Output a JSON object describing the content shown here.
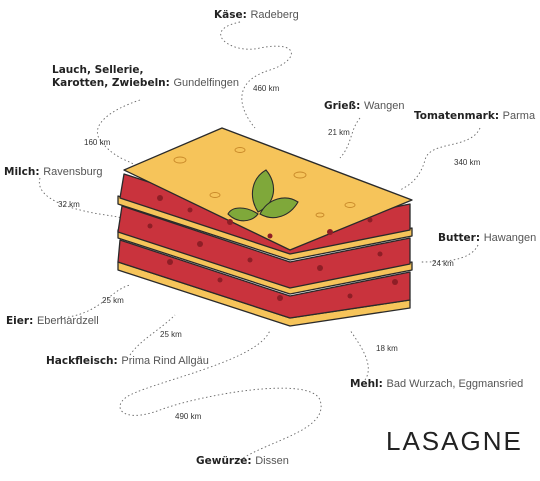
{
  "title": "LASAGNE",
  "ingredients": [
    {
      "name": "Käse",
      "place": "Radeberg",
      "km": "460 km"
    },
    {
      "name": "Lauch, Sellerie,",
      "name2": "Karotten, Zwiebeln",
      "place": "Gundelfingen",
      "km": "160 km"
    },
    {
      "name": "Grieß",
      "place": "Wangen",
      "km": "21 km"
    },
    {
      "name": "Tomatenmark",
      "place": "Parma",
      "km": "340 km"
    },
    {
      "name": "Milch",
      "place": "Ravensburg",
      "km": "32 km"
    },
    {
      "name": "Butter",
      "place": "Hawangen",
      "km": "24 km"
    },
    {
      "name": "Eier",
      "place": "Eberhardzell",
      "km": "25 km"
    },
    {
      "name": "Hackfleisch",
      "place": "Prima Rind Allgäu",
      "km": "25 km"
    },
    {
      "name": "Mehl",
      "place": "Bad Wurzach, Eggmansried",
      "km": "18 km"
    },
    {
      "name": "Gewürze",
      "place": "Dissen",
      "km": "490 km"
    }
  ],
  "colors": {
    "pasta": "#F6C45A",
    "pasta_edge": "#E0A53A",
    "sauce": "#C9333D",
    "sauce_dark": "#8E1E26",
    "basil": "#7FA83A",
    "outline": "#2A2A2A"
  }
}
